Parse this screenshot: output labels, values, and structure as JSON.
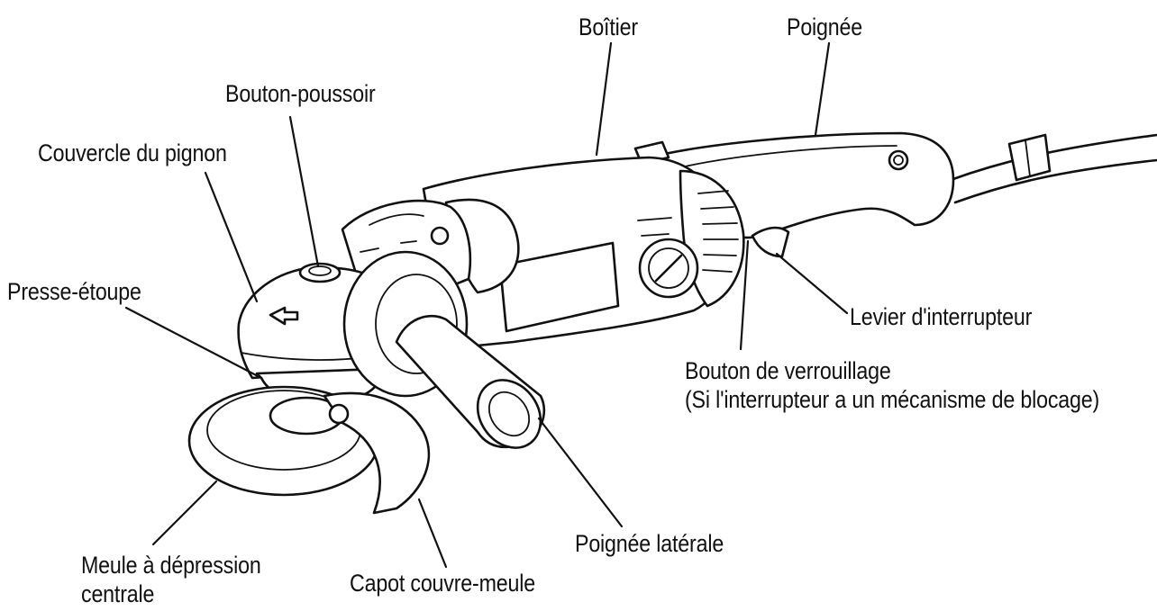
{
  "labels": {
    "boitier": "Boîtier",
    "poignee": "Poignée",
    "bouton_poussoir": "Bouton-poussoir",
    "couvercle_pignon": "Couvercle du pignon",
    "presse_etoupe": "Presse-étoupe",
    "levier_interrupteur": "Levier d'interrupteur",
    "bouton_verrouillage_1": "Bouton de verrouillage",
    "bouton_verrouillage_2": "(Si l'interrupteur a un mécanisme de blocage)",
    "poignee_laterale": "Poignée latérale",
    "meule_1": "Meule à dépression",
    "meule_2": "centrale",
    "capot": "Capot couvre-meule"
  }
}
